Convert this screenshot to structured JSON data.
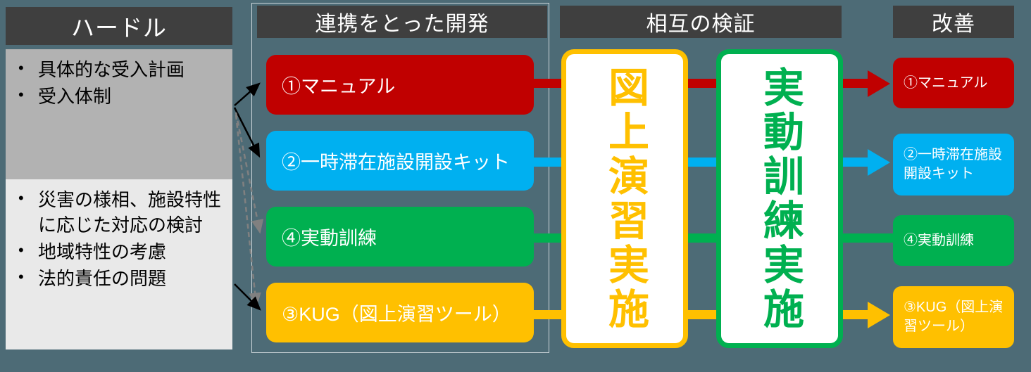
{
  "slide": {
    "background_color": "#4d6b76",
    "header_bar_color": "#3f3f3f"
  },
  "columns": {
    "hurdle": {
      "title": "ハードル"
    },
    "development": {
      "title": "連携をとった開発"
    },
    "verification": {
      "title": "相互の検証"
    },
    "improvement": {
      "title": "改善"
    }
  },
  "hurdle_panel": {
    "top": {
      "bg": "#b2b2b2",
      "items": [
        "具体的な受入計画",
        "受入体制"
      ]
    },
    "bottom": {
      "bg": "#e9e9e9",
      "items": [
        "災害の様相、施設特性に応じた対応の検討",
        "地域特性の考慮",
        "法的責任の問題"
      ]
    }
  },
  "development_items": [
    {
      "label": "①マニュアル",
      "color": "#c00000"
    },
    {
      "label": "②一時滞在施設開設キット",
      "color": "#00b0f0"
    },
    {
      "label": "④実動訓練",
      "color": "#00b050"
    },
    {
      "label": "③KUG（図上演習ツール）",
      "color": "#ffc000"
    }
  ],
  "verification_boxes": [
    {
      "label": "図上演習実施",
      "color": "#ffc000"
    },
    {
      "label": "実動訓練実施",
      "color": "#00b050"
    }
  ],
  "improvement_items": [
    {
      "label": "①マニュアル",
      "color": "#c00000"
    },
    {
      "label": "②一時滞在施設開設キット",
      "color": "#00b0f0"
    },
    {
      "label": "④実動訓練",
      "color": "#00b050"
    },
    {
      "label": "③KUG（図上演習ツール）",
      "color": "#ffc000"
    }
  ],
  "arrows": {
    "red": "#c00000",
    "blue": "#00b0f0",
    "green": "#00b050",
    "yellow": "#ffc000",
    "solid_link": "#000000",
    "dashed_link": "#808080"
  }
}
